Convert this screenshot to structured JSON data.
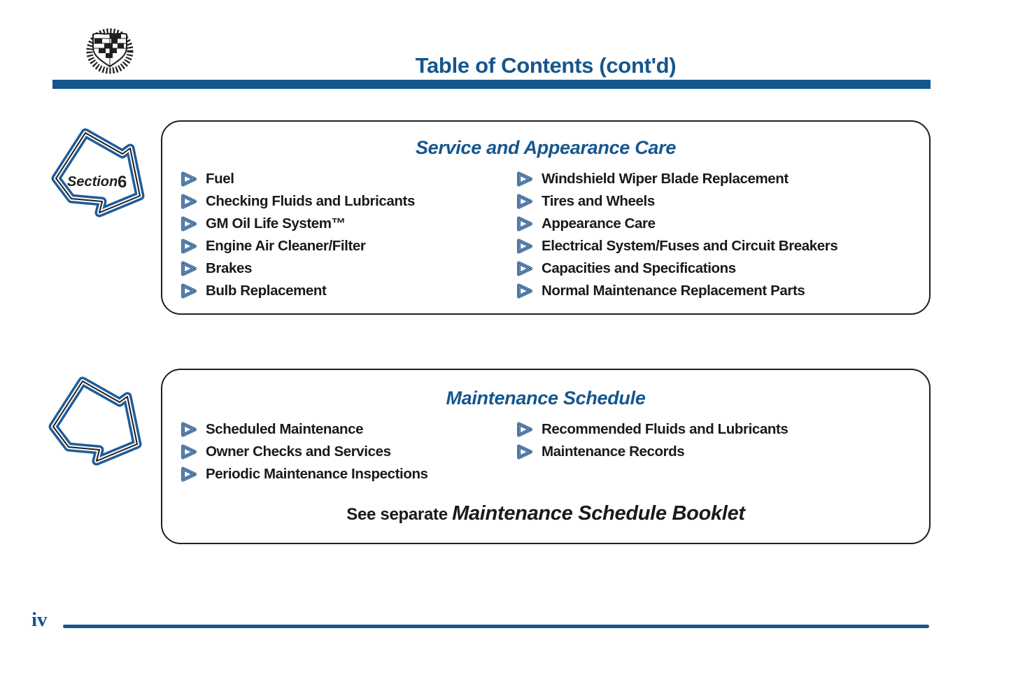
{
  "page": {
    "title": "Table of Contents (cont'd)",
    "page_number": "iv"
  },
  "colors": {
    "accent": "#15568e",
    "arrow_blue": "#1e5c9c",
    "dark_line": "#0d3a66",
    "ink": "#1f1f1f",
    "text": "#1a1a1a"
  },
  "icons": {
    "logo": "cadillac-crest-logo",
    "bullet": "triangle-bullet-icon",
    "section_marker": "section-arrow-icon"
  },
  "section_tab": {
    "label": "Section",
    "number": "6"
  },
  "sections": [
    {
      "title": "Service and Appearance Care",
      "columns": [
        [
          "Fuel",
          "Checking Fluids and Lubricants",
          "GM Oil Life System™",
          "Engine Air Cleaner/Filter",
          "Brakes",
          "Bulb Replacement"
        ],
        [
          "Windshield Wiper Blade Replacement",
          "Tires and Wheels",
          "Appearance Care",
          "Electrical System/Fuses and Circuit Breakers",
          "Capacities and Specifications",
          "Normal Maintenance Replacement Parts"
        ]
      ]
    },
    {
      "title": "Maintenance Schedule",
      "columns": [
        [
          "Scheduled Maintenance",
          "Owner Checks and Services",
          "Periodic Maintenance Inspections"
        ],
        [
          "Recommended Fluids and Lubricants",
          "Maintenance Records"
        ]
      ],
      "note": {
        "prefix": "See separate ",
        "emphasis": "Maintenance Schedule Booklet"
      }
    }
  ]
}
